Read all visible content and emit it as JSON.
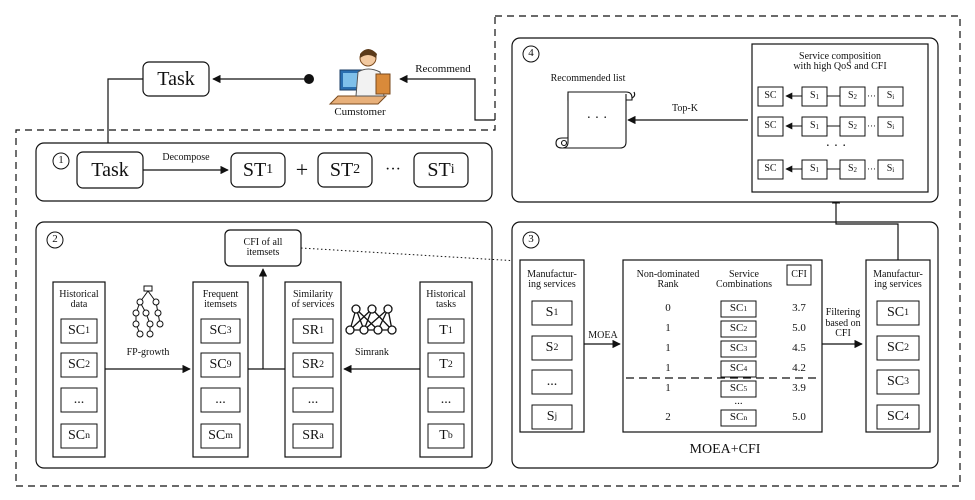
{
  "top": {
    "task": "Task",
    "customer": "Cumstomer",
    "recommend": "Recommend"
  },
  "panel1": {
    "num": "1",
    "task": "Task",
    "decompose": "Decompose",
    "st": [
      {
        "base": "ST",
        "sub": "1"
      },
      {
        "base": "ST",
        "sub": "2"
      },
      {
        "base": "ST",
        "sub": "i"
      }
    ],
    "plus": "+",
    "dots": "···"
  },
  "panel2": {
    "num": "2",
    "cfi_all_line1": "CFI of all",
    "cfi_all_line2": "itemsets",
    "fp_growth": "FP-growth",
    "simrank": "Simrank",
    "columns": [
      {
        "title": [
          "Historical",
          "data"
        ],
        "items": [
          {
            "b": "SC",
            "s": "1"
          },
          {
            "b": "SC",
            "s": "2"
          },
          {
            "b": "...",
            "s": ""
          },
          {
            "b": "SC",
            "s": "n"
          }
        ]
      },
      {
        "title": [
          "Frequent",
          "itemsets"
        ],
        "items": [
          {
            "b": "SC",
            "s": "3"
          },
          {
            "b": "SC",
            "s": "9"
          },
          {
            "b": "...",
            "s": ""
          },
          {
            "b": "SC",
            "s": "m"
          }
        ]
      },
      {
        "title": [
          "Similarity",
          "of services"
        ],
        "items": [
          {
            "b": "SR",
            "s": "1"
          },
          {
            "b": "SR",
            "s": "2"
          },
          {
            "b": "...",
            "s": ""
          },
          {
            "b": "SR",
            "s": "a"
          }
        ]
      },
      {
        "title": [
          "Historical",
          "tasks"
        ],
        "items": [
          {
            "b": "T",
            "s": "1"
          },
          {
            "b": "T",
            "s": "2"
          },
          {
            "b": "...",
            "s": ""
          },
          {
            "b": "T",
            "s": "b"
          }
        ]
      }
    ]
  },
  "panel3": {
    "num": "3",
    "ms_left_title": [
      "Manufactur-",
      "ing services"
    ],
    "ms_left_items": [
      {
        "b": "S",
        "s": "1"
      },
      {
        "b": "S",
        "s": "2"
      },
      {
        "b": "...",
        "s": ""
      },
      {
        "b": "S",
        "s": "j"
      }
    ],
    "moea": "MOEA",
    "footer": "MOEA+CFI",
    "table_head": {
      "rank": [
        "Non-dominated",
        "Rank"
      ],
      "comb": [
        "Service",
        "Combinations"
      ],
      "cfi": "CFI"
    },
    "rows": [
      {
        "rank": "0",
        "sc": "1",
        "cfi": "3.7"
      },
      {
        "rank": "1",
        "sc": "2",
        "cfi": "5.0"
      },
      {
        "rank": "1",
        "sc": "3",
        "cfi": "4.5"
      },
      {
        "rank": "1",
        "sc": "4",
        "cfi": "4.2"
      },
      {
        "rank": "1",
        "sc": "5",
        "cfi": "3.9"
      },
      {
        "rank": "2",
        "sc": "n",
        "cfi": "5.0"
      }
    ],
    "rows_dots": "...",
    "filter": [
      "Filtering",
      "based on",
      "CFI"
    ],
    "ms_right_title": [
      "Manufactur-",
      "ing services"
    ],
    "ms_right_items": [
      {
        "b": "SC",
        "s": "1"
      },
      {
        "b": "SC",
        "s": "2"
      },
      {
        "b": "SC",
        "s": "3"
      },
      {
        "b": "SC",
        "s": "4"
      }
    ]
  },
  "panel4": {
    "num": "4",
    "rec_list": "Recommended list",
    "scroll_dots": "· · ·",
    "topk": "Top-K",
    "sc_title": [
      "Service composition",
      "with high QoS and CFI"
    ],
    "chain": {
      "sc": "SC",
      "s1": "1",
      "s2": "2",
      "si": "i",
      "s": "S",
      "dots": "···"
    },
    "vdots": "· · ·"
  }
}
